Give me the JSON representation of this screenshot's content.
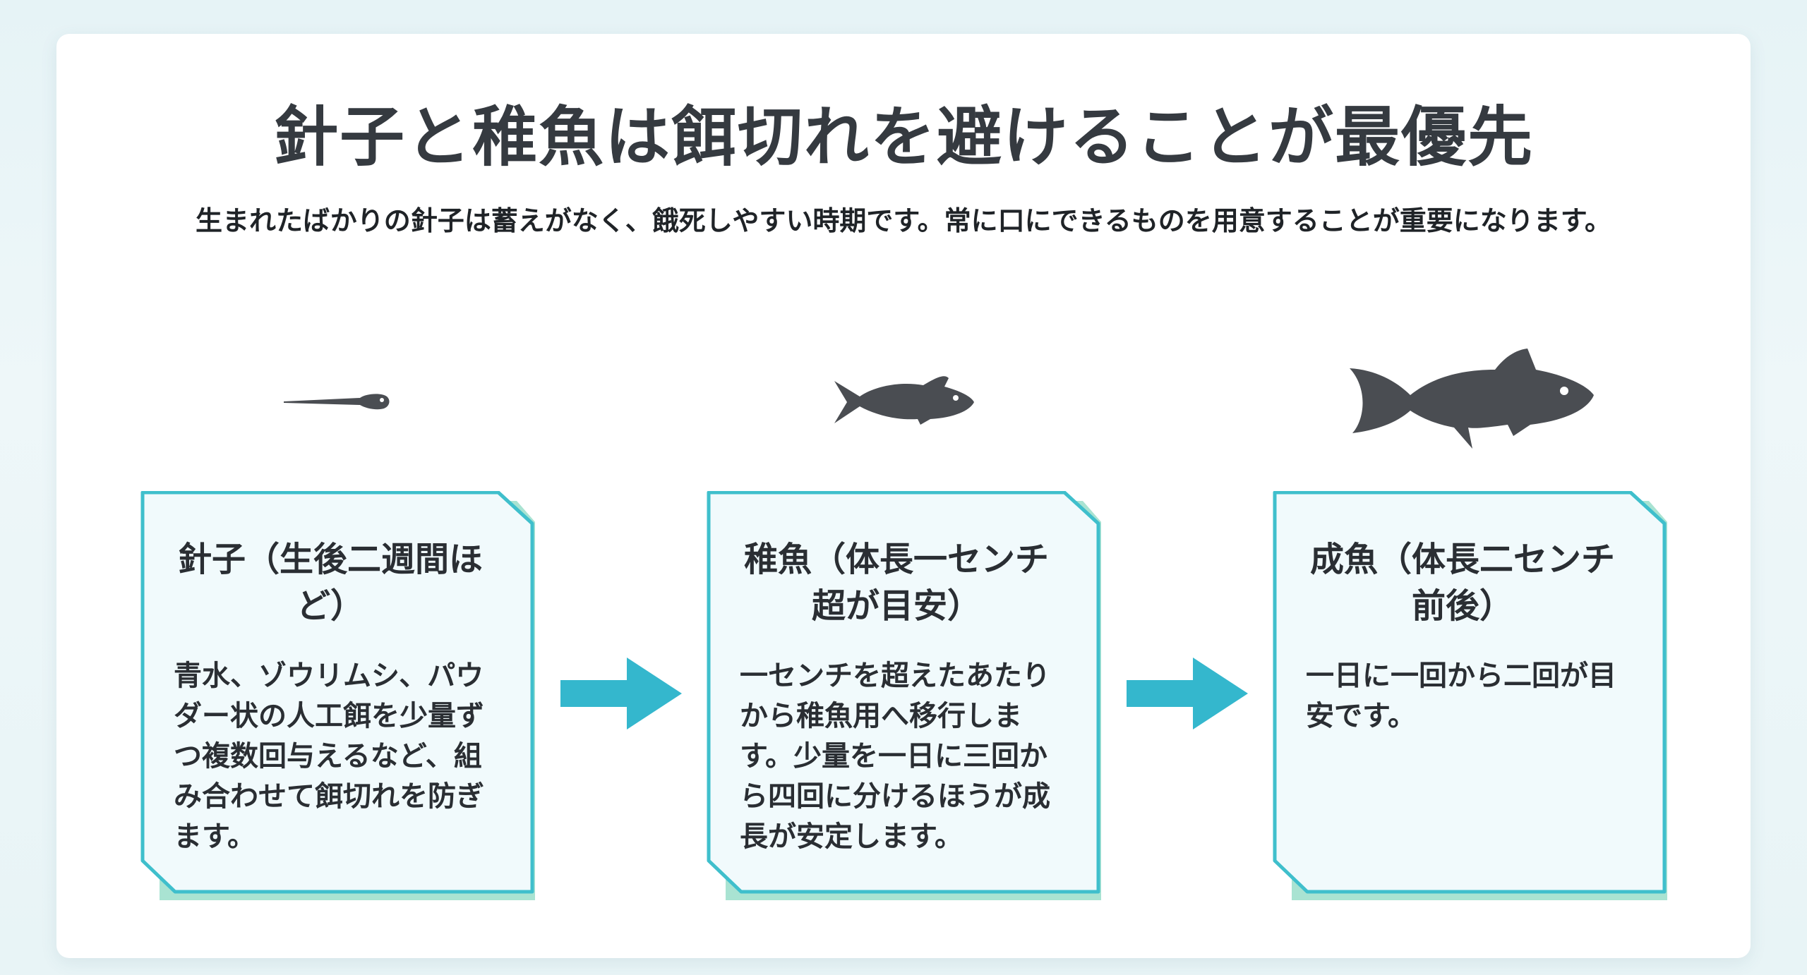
{
  "title": "針子と稚魚は餌切れを避けることが最優先",
  "subtitle": "生まれたばかりの針子は蓄えがなく、餓死しやすい時期です。常に口にできるものを用意することが重要になります。",
  "colors": {
    "card_border": "#3fbfcc",
    "card_fill": "#f1fafc",
    "card_shadow": "#a9e3d2",
    "arrow": "#34b7cd",
    "fish": "#4a4d52"
  },
  "stages": [
    {
      "title": "針子（生後二週間ほど）",
      "body": "青水、ゾウリムシ、パウダー状の人工餌を少量ずつ複数回与えるなど、組み合わせて餌切れを防ぎます。",
      "icon": "fry-larva-icon"
    },
    {
      "title": "稚魚（体長一センチ超が目安）",
      "body": "一センチを超えたあたりから稚魚用へ移行します。少量を一日に三回から四回に分けるほうが成長が安定します。",
      "icon": "juvenile-fish-icon"
    },
    {
      "title": "成魚（体長二センチ前後）",
      "body": "一日に一回から二回が目安です。",
      "icon": "adult-fish-icon"
    }
  ]
}
